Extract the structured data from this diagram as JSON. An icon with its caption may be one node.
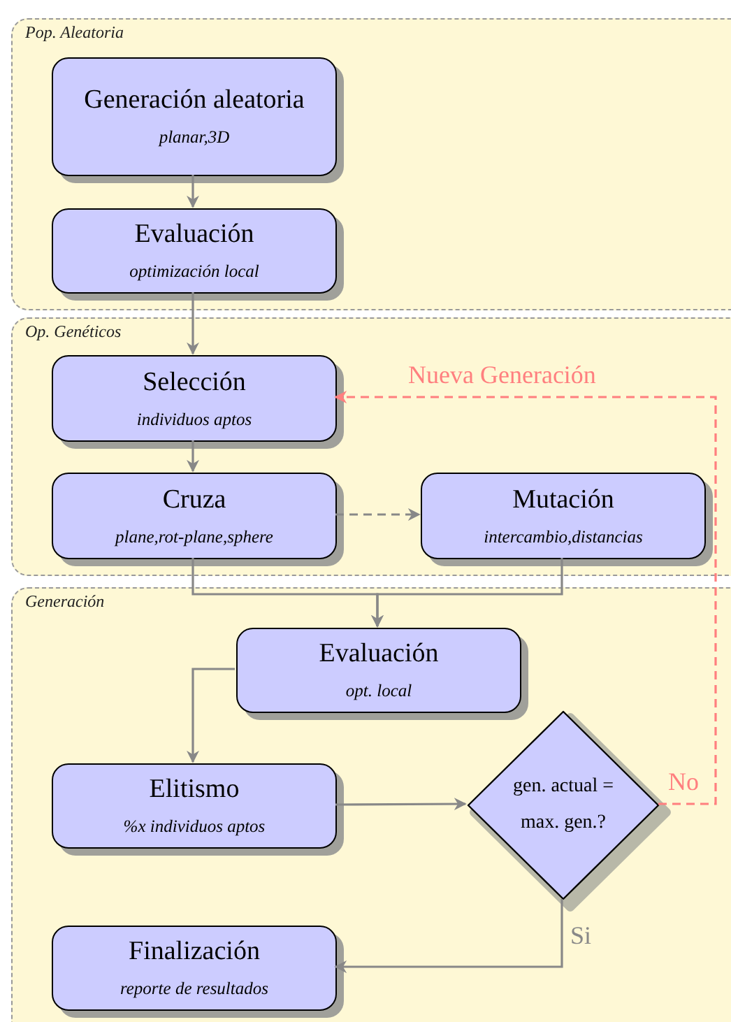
{
  "diagram": {
    "nodes": [
      {
        "text": [
          "Pop. Aleatoria"
        ]
      },
      {
        "text": [
          "Generación aleatoria",
          "planar,3D"
        ],
        "in": 0
      },
      {
        "text": [
          "Evaluación",
          "optimización local"
        ],
        "in": 0
      },
      {
        "text": [
          "Op. Genéticos"
        ]
      },
      {
        "text": [
          "Selección",
          "individuos aptos"
        ],
        "in": 3
      },
      {
        "text": [
          "Cruza",
          "plane,rot-plane,sphere"
        ],
        "in": 3
      },
      {
        "text": [
          "Mutación",
          "intercambio,distancias"
        ],
        "in": 3
      },
      {
        "text": [
          "Generación"
        ]
      },
      {
        "text": [
          "Evaluación",
          "opt. local"
        ],
        "in": 7
      },
      {
        "text": [
          "Elitismo",
          "%x individuos aptos"
        ],
        "in": 7
      },
      {
        "text": [
          "gen. actual = max. gen.?"
        ],
        "in": 7
      },
      {
        "text": [
          "Finalización",
          "reporte de resultados"
        ],
        "in": 7
      }
    ],
    "edges": [
      {
        "from": 1,
        "to": 2,
        "arrow": "to"
      },
      {
        "from": 2,
        "to": 4,
        "arrow": "to"
      },
      {
        "from": 4,
        "to": 5,
        "arrow": "to"
      },
      {
        "from": 5,
        "to": 6,
        "arrow": "to",
        "style": "dashed"
      },
      {
        "from": 5,
        "to": 8,
        "arrow": "to"
      },
      {
        "from": 6,
        "to": 8,
        "arrow": "to"
      },
      {
        "from": 8,
        "to": 9,
        "arrow": "to"
      },
      {
        "from": 9,
        "to": 10,
        "arrow": "to"
      },
      {
        "from": 10,
        "to": 4,
        "arrow": "to",
        "style": "dashed",
        "color": "#ff7f7f",
        "label": "No"
      },
      {
        "from": 10,
        "to": 11,
        "arrow": "to",
        "label": "Si"
      }
    ],
    "labels": [
      "Nueva Generación"
    ]
  }
}
